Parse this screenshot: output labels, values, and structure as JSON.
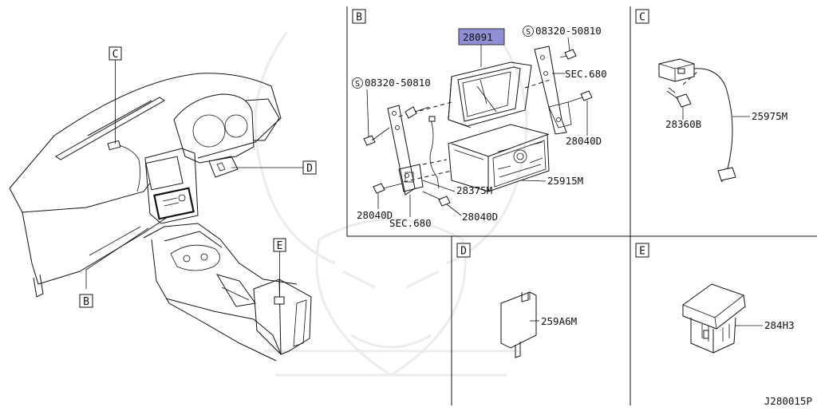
{
  "panels": {
    "main_callouts": {
      "c": "C",
      "d": "D",
      "b": "B",
      "e": "E"
    },
    "b": {
      "tag": "B",
      "parts": {
        "display": "28091",
        "screw_left": "08320-50810",
        "screw_right": "08320-50810",
        "sec_right": "SEC.680",
        "sec_bottom": "SEC.680",
        "bolt_right": "28040D",
        "bolt_left": "28040D",
        "bolt_bottom": "28040D",
        "bracket_harness": "28375M",
        "audio_unit": "25915M"
      },
      "screw_symbol": "S"
    },
    "c": {
      "tag": "C",
      "parts": {
        "clip": "28360B",
        "harness": "25975M"
      }
    },
    "d": {
      "tag": "D",
      "parts": {
        "module": "259A6M"
      }
    },
    "e": {
      "tag": "E",
      "parts": {
        "jack": "284H3"
      }
    }
  },
  "footer": {
    "code": "J280015P"
  },
  "highlight_color": "#8f8fd6"
}
